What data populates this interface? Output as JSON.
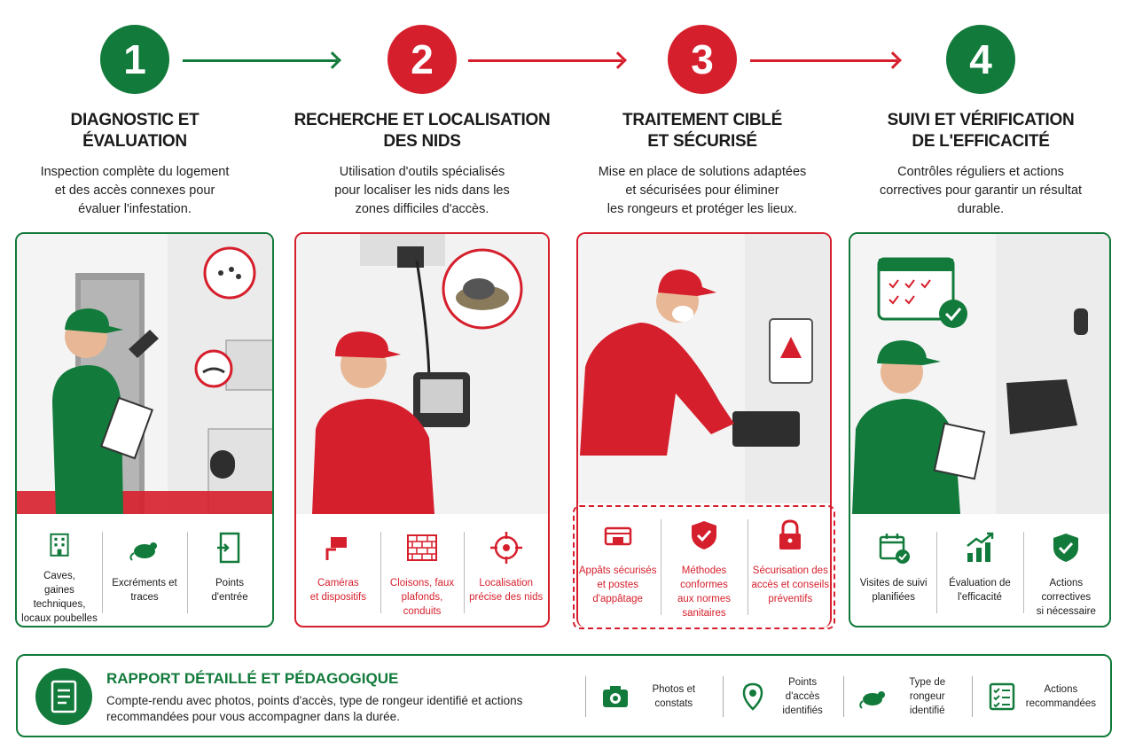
{
  "colors": {
    "green": "#127a3b",
    "red": "#d61f2c"
  },
  "steps": [
    {
      "number": "1",
      "color": "green",
      "title_line1": "DIAGNOSTIC ET",
      "title_line2": "ÉVALUATION",
      "desc_line1": "Inspection complète du logement",
      "desc_line2": "et des accès connexes pour",
      "desc_line3": "évaluer l'infestation.",
      "features": [
        {
          "icon": "building-icon",
          "l1": "Caves,",
          "l2": "gaines techniques,",
          "l3": "locaux poubelles"
        },
        {
          "icon": "mouse-icon",
          "l1": "Excréments et",
          "l2": "traces",
          "l3": ""
        },
        {
          "icon": "entry-door-icon",
          "l1": "Points",
          "l2": "d'entrée",
          "l3": ""
        }
      ]
    },
    {
      "number": "2",
      "color": "red",
      "title_line1": "RECHERCHE ET LOCALISATION",
      "title_line2": "DES NIDS",
      "desc_line1": "Utilisation d'outils spécialisés",
      "desc_line2": "pour localiser les nids dans les",
      "desc_line3": "zones difficiles d'accès.",
      "features": [
        {
          "icon": "camera-probe-icon",
          "l1": "Caméras",
          "l2": "et dispositifs",
          "l3": ""
        },
        {
          "icon": "brick-wall-icon",
          "l1": "Cloisons, faux",
          "l2": "plafonds, conduits",
          "l3": ""
        },
        {
          "icon": "crosshair-icon",
          "l1": "Localisation",
          "l2": "précise des nids",
          "l3": ""
        }
      ]
    },
    {
      "number": "3",
      "color": "red",
      "title_line1": "TRAITEMENT CIBLÉ",
      "title_line2": "ET SÉCURISÉ",
      "desc_line1": "Mise en place de solutions adaptées",
      "desc_line2": "et sécurisées pour éliminer",
      "desc_line3": "les rongeurs et protéger les lieux.",
      "features": [
        {
          "icon": "bait-box-icon",
          "l1": "Appâts sécurisés",
          "l2": "et postes d'appâtage",
          "l3": ""
        },
        {
          "icon": "shield-check-icon",
          "l1": "Méthodes conformes",
          "l2": "aux normes",
          "l3": "sanitaires"
        },
        {
          "icon": "padlock-icon",
          "l1": "Sécurisation des",
          "l2": "accès et conseils",
          "l3": "préventifs"
        }
      ]
    },
    {
      "number": "4",
      "color": "green",
      "title_line1": "SUIVI ET VÉRIFICATION",
      "title_line2": "DE L'EFFICACITÉ",
      "desc_line1": "Contrôles réguliers et actions",
      "desc_line2": "correctives pour garantir un résultat",
      "desc_line3": "durable.",
      "features": [
        {
          "icon": "calendar-check-icon",
          "l1": "Visites de suivi",
          "l2": "planifiées",
          "l3": ""
        },
        {
          "icon": "growth-chart-icon",
          "l1": "Évaluation de",
          "l2": "l'efficacité",
          "l3": ""
        },
        {
          "icon": "shield-check-icon",
          "l1": "Actions correctives",
          "l2": "si nécessaire",
          "l3": ""
        }
      ]
    }
  ],
  "report": {
    "icon": "document-icon",
    "title": "RAPPORT DÉTAILLÉ ET PÉDAGOGIQUE",
    "desc": "Compte-rendu avec photos, points d'accès, type de rongeur identifié et actions recommandées pour vous accompagner dans la durée.",
    "items": [
      {
        "icon": "camera-icon",
        "l1": "Photos et constats",
        "l2": ""
      },
      {
        "icon": "map-pin-icon",
        "l1": "Points d'accès",
        "l2": "identifiés"
      },
      {
        "icon": "rat-icon",
        "l1": "Type de rongeur",
        "l2": "identifié"
      },
      {
        "icon": "checklist-icon",
        "l1": "Actions",
        "l2": "recommandées"
      }
    ]
  }
}
